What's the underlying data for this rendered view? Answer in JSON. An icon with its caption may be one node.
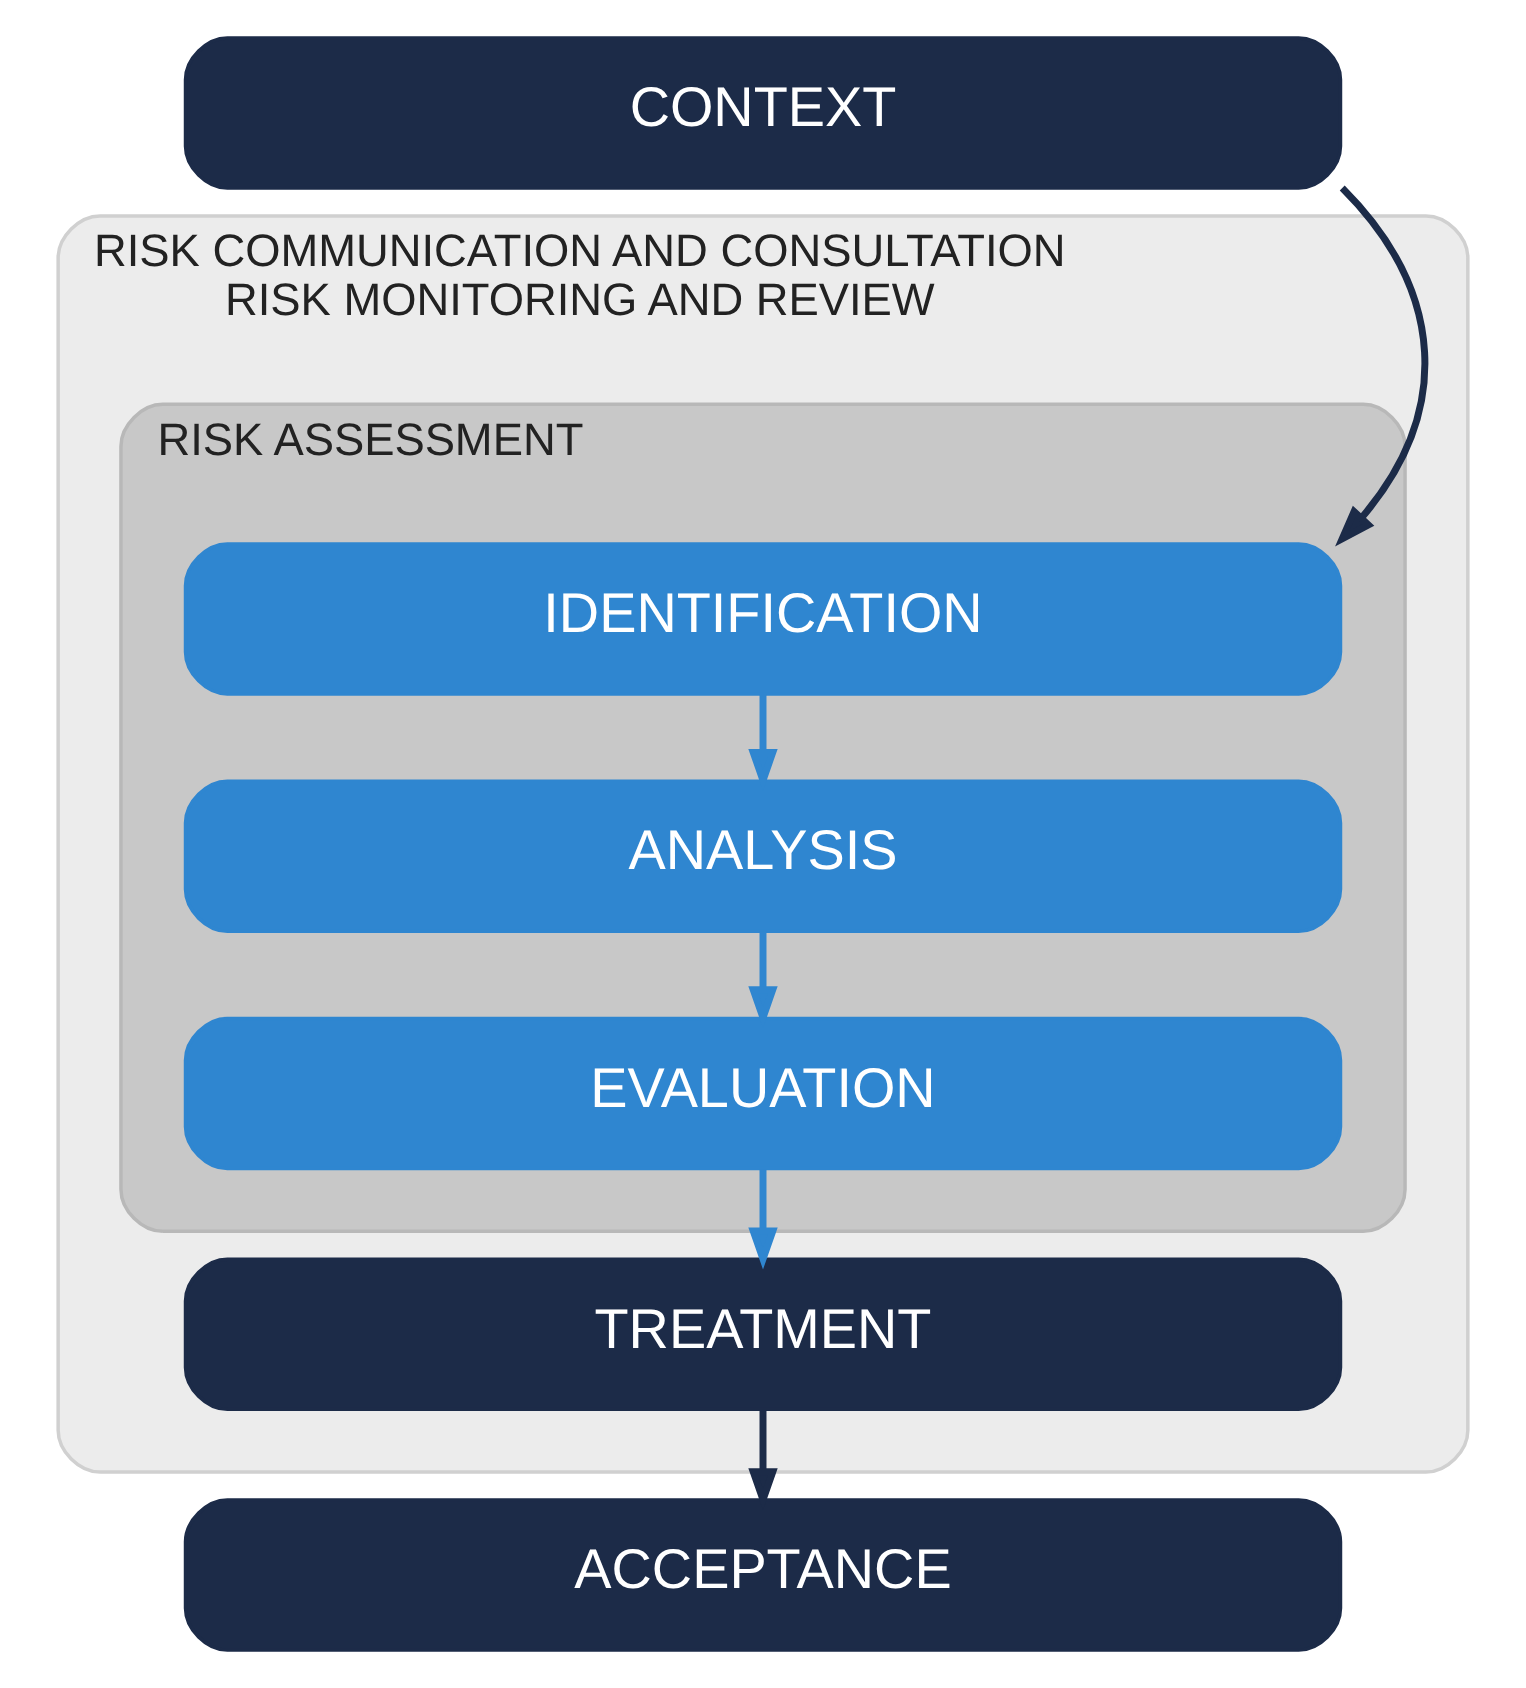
{
  "diagram": {
    "nodes": [
      {
        "text": [
          "RISK COMMUNICATION AND CONSULTATION",
          "RISK MONITORING AND REVIEW"
        ]
      },
      {
        "text": [
          "CONTEXT"
        ]
      },
      {
        "text": [
          "RISK ASSESSMENT"
        ],
        "in": 0
      },
      {
        "text": [
          "IDENTIFICATION"
        ],
        "in": 2
      },
      {
        "text": [
          "ANALYSIS"
        ],
        "in": 2
      },
      {
        "text": [
          "EVALUATION"
        ],
        "in": 2
      },
      {
        "text": [
          "TREATMENT"
        ],
        "in": 0
      },
      {
        "text": [
          "ACCEPTANCE"
        ]
      }
    ],
    "edges": [
      {
        "from": 1,
        "to": 3,
        "arrow": "to",
        "color": "#1c2b48"
      },
      {
        "from": 3,
        "to": 4,
        "arrow": "to"
      },
      {
        "from": 4,
        "to": 5,
        "arrow": "to"
      },
      {
        "from": 5,
        "to": 6,
        "arrow": "to"
      },
      {
        "from": 6,
        "to": 7,
        "arrow": "to",
        "color": "#1c2b48"
      }
    ]
  }
}
